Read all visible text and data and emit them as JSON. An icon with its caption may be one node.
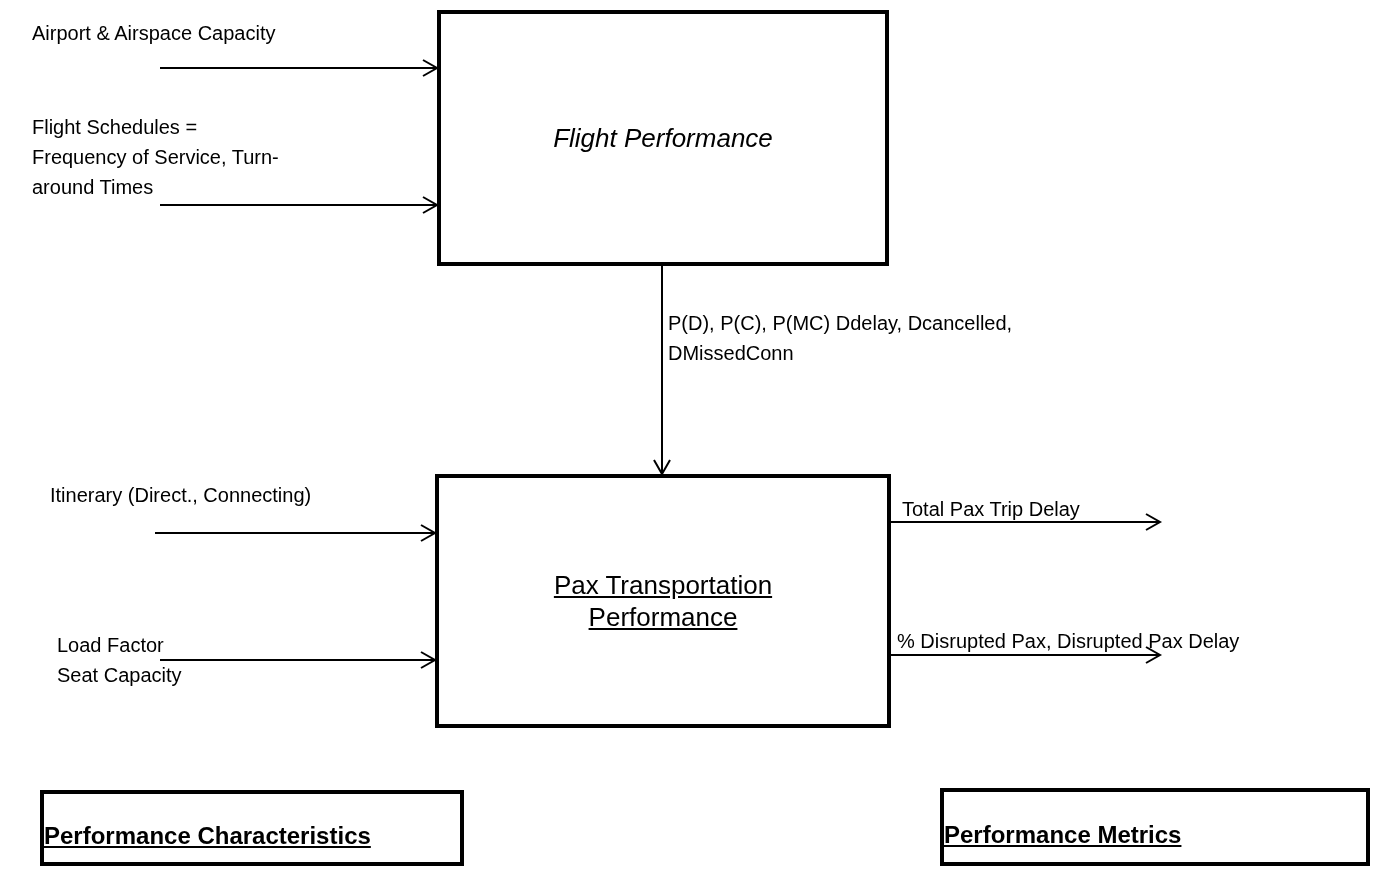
{
  "diagram": {
    "nodes": [
      {
        "text": [
          "Flight Performance"
        ]
      },
      {
        "text": [
          "Pax Transportation Performance"
        ]
      },
      {
        "text": [
          "Performance Characteristics"
        ]
      },
      {
        "text": [
          "Performance Metrics"
        ]
      }
    ],
    "edges": [
      {
        "from": null,
        "to": 0,
        "arrow": "to",
        "label": "Airport & Airspace Capacity"
      },
      {
        "from": null,
        "to": 0,
        "arrow": "to",
        "label": "Flight Schedules = Frequency of Service, Turn-around Times"
      },
      {
        "from": 0,
        "to": 1,
        "arrow": "to",
        "label": "P(D), P(C), P(MC) Ddelay, Dcancelled, DMissedConn"
      },
      {
        "from": null,
        "to": 1,
        "arrow": "to",
        "label": "Itinerary (Direct., Connecting)"
      },
      {
        "from": null,
        "to": 1,
        "arrow": "to",
        "label": "Load Factor Seat Capacity"
      },
      {
        "from": 1,
        "to": null,
        "arrow": "to",
        "label": "Total Pax Trip Delay"
      },
      {
        "from": 1,
        "to": null,
        "arrow": "to",
        "label": "% Disrupted Pax, Disrupted Pax Delay"
      }
    ]
  }
}
